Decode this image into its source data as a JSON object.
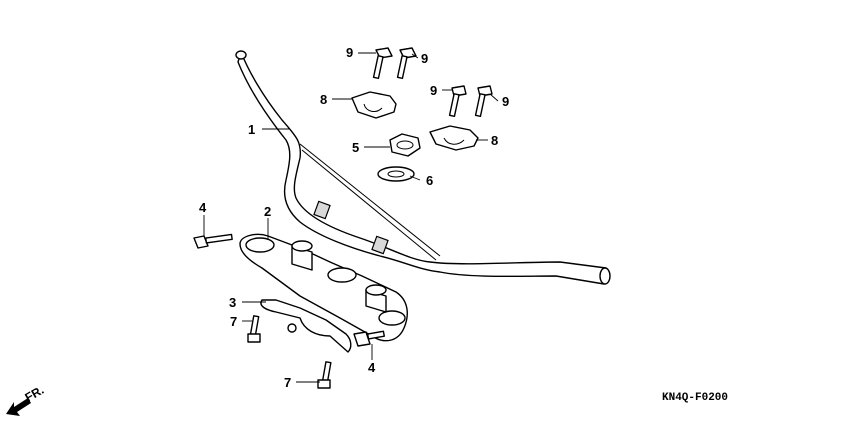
{
  "diagram": {
    "drawing_code": "KN4Q-F0200",
    "direction_label": "FR.",
    "callouts": {
      "handlebar": "1",
      "handlebar_holder": "2",
      "plate": "3",
      "bolt_left": "4",
      "bolt_right": "4",
      "nut": "5",
      "washer": "6",
      "bolt_upper": "7",
      "bolt_lower": "7",
      "upper_holder_left": "8",
      "upper_holder_right": "8",
      "bolt_9a": "9",
      "bolt_9b": "9",
      "bolt_9c": "9",
      "bolt_9d": "9"
    }
  }
}
